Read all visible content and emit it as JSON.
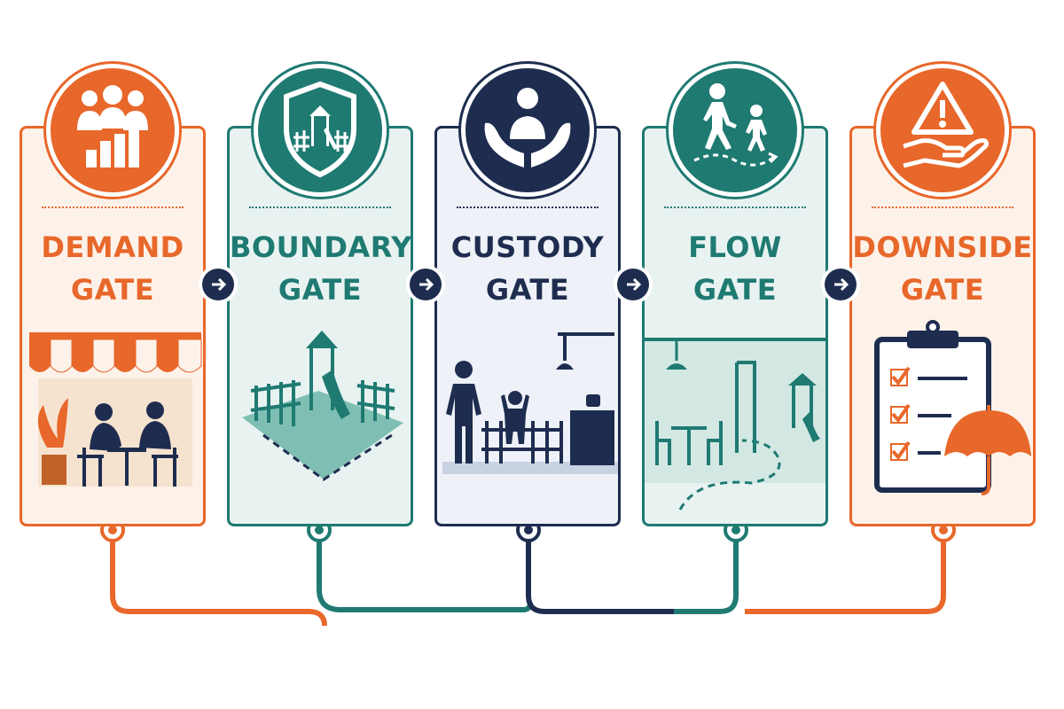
{
  "gates": [
    {
      "id": "demand",
      "line1": "DEMAND",
      "line2": "GATE",
      "color": "#e8672a",
      "bg": "#fdf2e9",
      "icon": "group-growth-chart-icon",
      "illustration": "cafe-storefront-illustration"
    },
    {
      "id": "boundary",
      "line1": "BOUNDARY",
      "line2": "GATE",
      "color": "#1f7a72",
      "bg": "#e8f3f1",
      "icon": "shield-playground-icon",
      "illustration": "fenced-playground-illustration"
    },
    {
      "id": "custody",
      "line1": "CUSTODY",
      "line2": "GATE",
      "color": "#1e2d4f",
      "bg": "#eef1f7",
      "icon": "caring-hands-icon",
      "illustration": "parent-child-counter-illustration"
    },
    {
      "id": "flow",
      "line1": "FLOW",
      "line2": "GATE",
      "color": "#1f7a72",
      "bg": "#e8f3f1",
      "icon": "walking-adult-child-icon",
      "illustration": "cafe-to-playground-path-illustration"
    },
    {
      "id": "downside",
      "line1": "DOWNSIDE",
      "line2": "GATE",
      "color": "#e8672a",
      "bg": "#fdf2e9",
      "icon": "warning-hand-icon",
      "illustration": "checklist-umbrella-illustration"
    }
  ],
  "arrows_icon": "arrow-right-icon",
  "colors": {
    "orange": "#e8672a",
    "teal": "#1f7a72",
    "navy": "#1e2d4f"
  }
}
